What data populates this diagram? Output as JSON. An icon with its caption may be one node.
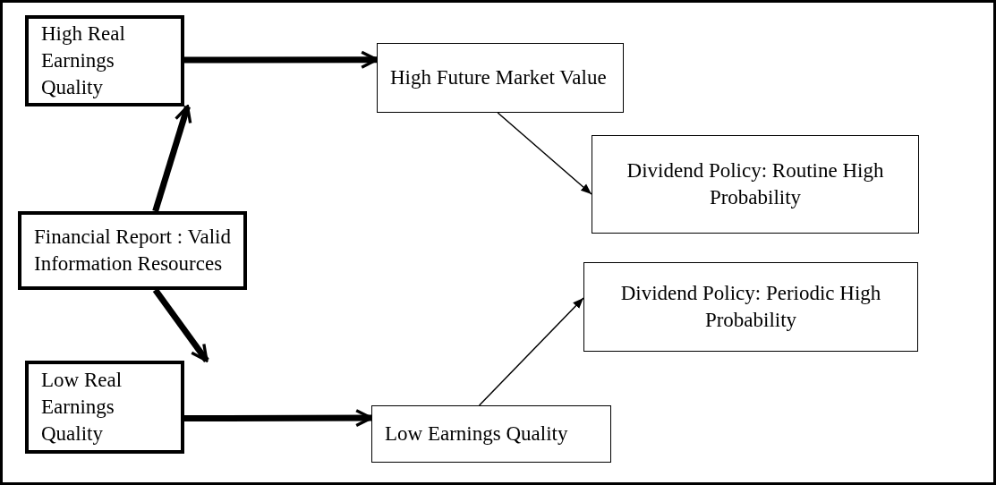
{
  "diagram": {
    "nodes": [
      {
        "text": [
          "High Real Earnings Quality"
        ]
      },
      {
        "text": [
          "High Future Market Value"
        ]
      },
      {
        "text": [
          "Dividend Policy: Routine High Probability"
        ]
      },
      {
        "text": [
          "Financial Report : Valid Information Resources"
        ]
      },
      {
        "text": [
          "Dividend Policy: Periodic High Probability"
        ]
      },
      {
        "text": [
          "Low Real Earnings Quality"
        ]
      },
      {
        "text": [
          "Low Earnings Quality"
        ]
      }
    ],
    "edges": [
      {
        "from": 3,
        "to": 0,
        "arrow": "to"
      },
      {
        "from": 0,
        "to": 1,
        "arrow": "to"
      },
      {
        "from": 1,
        "to": 2,
        "arrow": "to"
      },
      {
        "from": 3,
        "to": 5,
        "arrow": "to"
      },
      {
        "from": 5,
        "to": 6,
        "arrow": "to"
      },
      {
        "from": 6,
        "to": 4,
        "arrow": "to"
      }
    ]
  }
}
